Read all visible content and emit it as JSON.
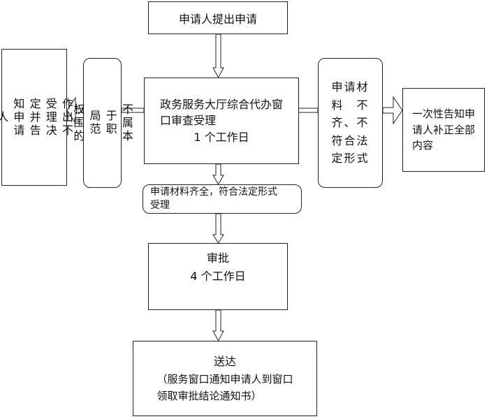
{
  "nodes": {
    "apply": {
      "text": "申请人提出申请"
    },
    "accept": {
      "lines": [
        "政务服务大厅综合代办窗",
        "口审查受理",
        "1 个工作日"
      ]
    },
    "not_scope": {
      "lines": [
        "不属本",
        "于职",
        "局范",
        "权围的"
      ]
    },
    "not_accept": {
      "lines": [
        "作出不",
        "受理决",
        "定并告",
        "知申请",
        "人"
      ]
    },
    "incomplete": {
      "lines": [
        "申请材",
        "料　不",
        "齐、不",
        "符合法",
        "定形式"
      ]
    },
    "notify": {
      "lines": [
        "一次性告知申",
        "请人补正全部",
        "内容"
      ]
    },
    "complete": {
      "lines": [
        "申请材料齐全，符合法定形式",
        "受理"
      ]
    },
    "approve": {
      "lines": [
        "审批",
        "4 个工作日"
      ]
    },
    "deliver": {
      "lines": [
        "送达",
        "（服务窗口通知申请人到窗口",
        "领取审批结论通知书）"
      ]
    }
  }
}
